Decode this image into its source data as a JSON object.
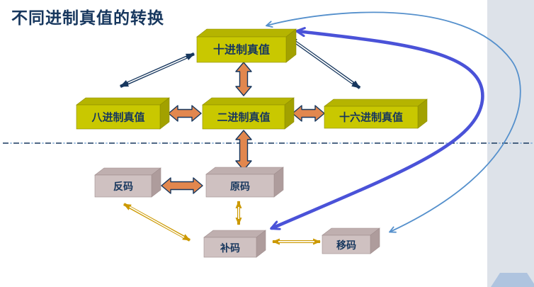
{
  "slide": {
    "title": "不同进制真值的转换"
  },
  "nodes": {
    "decimal": {
      "label": "十进制真值",
      "group": "true-values"
    },
    "octal": {
      "label": "八进制真值",
      "group": "true-values"
    },
    "binary": {
      "label": "二进制真值",
      "group": "true-values"
    },
    "hex": {
      "label": "十六进制真值",
      "group": "true-values"
    },
    "ones_complement": {
      "label": "反码",
      "group": "machine-codes"
    },
    "sign_magnitude": {
      "label": "原码",
      "group": "machine-codes"
    },
    "twos_complement": {
      "label": "补码",
      "group": "machine-codes"
    },
    "excess_code": {
      "label": "移码",
      "group": "machine-codes"
    }
  },
  "edges": [
    {
      "from": "十进制真值",
      "to": "八进制真值",
      "style": "navy-double-line",
      "bidirectional": true
    },
    {
      "from": "十进制真值",
      "to": "十六进制真值",
      "style": "navy-double-line",
      "bidirectional": true
    },
    {
      "from": "十进制真值",
      "to": "二进制真值",
      "style": "orange-block-arrow",
      "bidirectional": true
    },
    {
      "from": "八进制真值",
      "to": "二进制真值",
      "style": "orange-block-arrow",
      "bidirectional": true
    },
    {
      "from": "二进制真值",
      "to": "十六进制真值",
      "style": "orange-block-arrow",
      "bidirectional": true
    },
    {
      "from": "二进制真值",
      "to": "原码",
      "style": "orange-block-arrow",
      "bidirectional": true
    },
    {
      "from": "反码",
      "to": "原码",
      "style": "orange-block-arrow",
      "bidirectional": true
    },
    {
      "from": "原码",
      "to": "补码",
      "style": "gold-double-line",
      "bidirectional": true
    },
    {
      "from": "反码",
      "to": "补码",
      "style": "gold-double-line",
      "bidirectional": true
    },
    {
      "from": "补码",
      "to": "移码",
      "style": "gold-double-line",
      "bidirectional": true
    },
    {
      "from": "十进制真值",
      "to": "补码",
      "style": "thick-blue-curve",
      "bidirectional": true
    },
    {
      "from": "十进制真值",
      "to": "移码",
      "style": "thin-blue-curve",
      "bidirectional": true
    }
  ],
  "colors": {
    "title_text": "#17375E",
    "box_yellow_front": "#C9C800",
    "box_pink_front": "#CFC1C1",
    "arrow_orange": "#E2874E",
    "arrow_navy": "#17375E",
    "arrow_gold": "#CC9900",
    "curve_thick_blue": "#4A52D8",
    "curve_thin_blue": "#5590CC",
    "right_band": "#DDE2E9",
    "corner_shape": "#AFC4DF"
  }
}
